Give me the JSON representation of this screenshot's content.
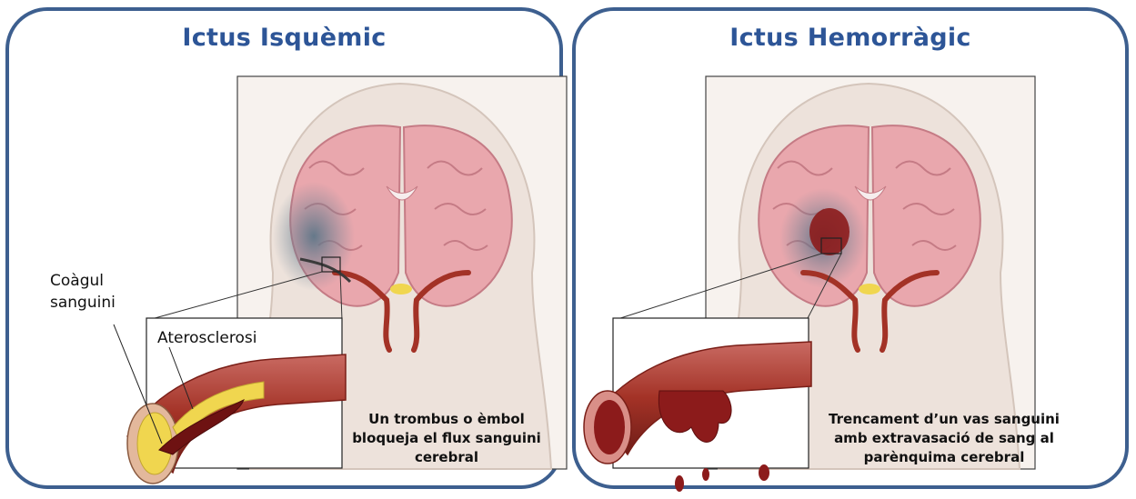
{
  "panels": [
    {
      "title": "Ictus Isquèmic",
      "labels": {
        "clot_line1": "Coàgul",
        "clot_line2": "sanguini",
        "athero": "Aterosclerosi"
      },
      "caption": [
        "Un trombus o èmbol",
        "bloqueja el flux sanguini",
        "cerebral"
      ]
    },
    {
      "title": "Ictus Hemorràgic",
      "caption": [
        "Trencament d’un vas sanguini",
        "amb extravasació de sang al",
        "parènquima cerebral"
      ]
    }
  ],
  "colors": {
    "border": "#3d5f8f",
    "title": "#2d5597",
    "brain": "#e9a7ad",
    "head": "#f3ebe6",
    "artery": "#a33226",
    "ischemia": "#6f8596",
    "blood": "#8c1b1b",
    "plaque": "#f0d64f"
  }
}
